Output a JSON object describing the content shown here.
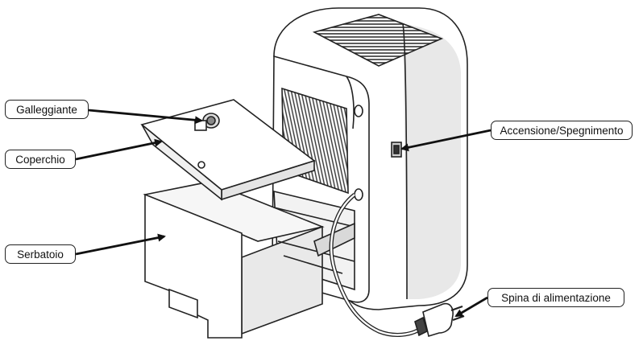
{
  "labels": {
    "galleggiante": "Galleggiante",
    "coperchio": "Coperchio",
    "serbatoio": "Serbatoio",
    "accensione": "Accensione/Spegnimento",
    "spina": "Spina di alimentazione"
  },
  "colors": {
    "outline": "#222222",
    "body_fill": "#ffffff",
    "side_shade": "#e6e6e6",
    "dark_shade": "#bdbdbd"
  }
}
